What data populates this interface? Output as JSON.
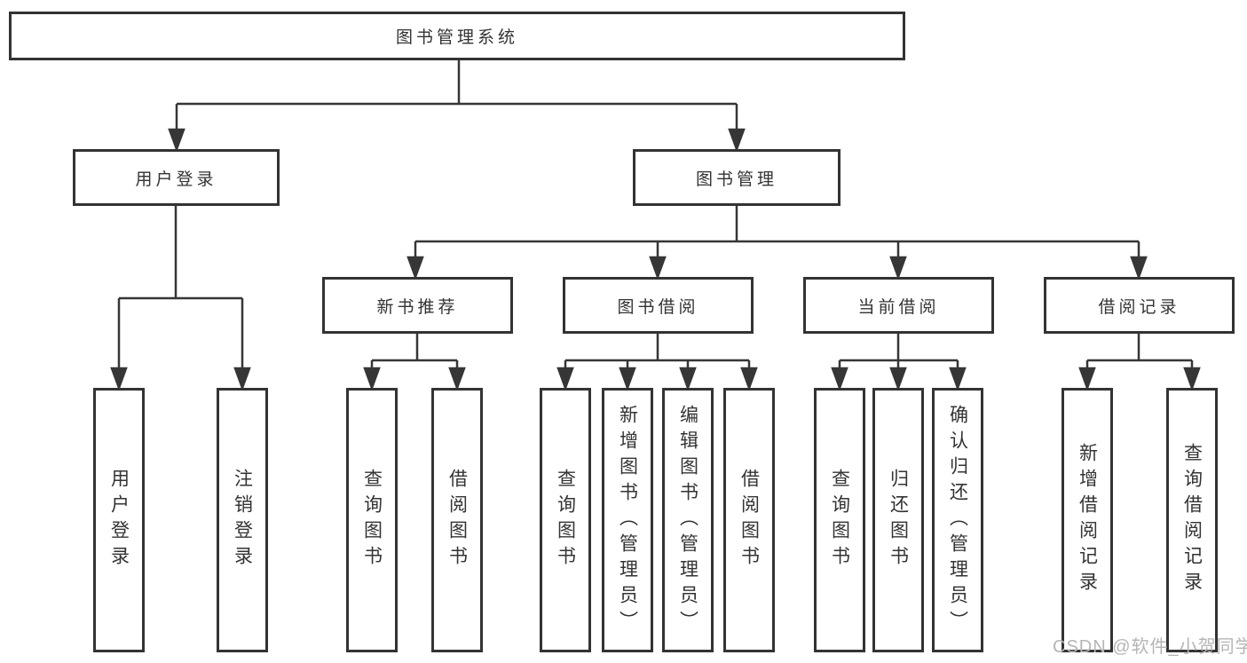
{
  "tree": {
    "root": {
      "label": "图书管理系统"
    },
    "branches": [
      {
        "label": "用户登录",
        "leaves": [
          "用户登录",
          "注销登录"
        ]
      },
      {
        "label": "图书管理",
        "children": [
          {
            "label": "新书推荐",
            "leaves": [
              "查询图书",
              "借阅图书"
            ]
          },
          {
            "label": "图书借阅",
            "leaves": [
              "查询图书",
              "新增图书（管理员）",
              "编辑图书（管理员）",
              "借阅图书"
            ]
          },
          {
            "label": "当前借阅",
            "leaves": [
              "查询图书",
              "归还图书",
              "确认归还（管理员）"
            ]
          },
          {
            "label": "借阅记录",
            "leaves": [
              "新增借阅记录",
              "查询借阅记录"
            ]
          }
        ]
      }
    ]
  },
  "watermark": {
    "text": "CSDN @软件_小贺同学"
  },
  "colors": {
    "line": "#363636",
    "box_border": "#333333",
    "text": "#333333",
    "watermark": "#b5b5b5",
    "background": "#ffffff"
  }
}
